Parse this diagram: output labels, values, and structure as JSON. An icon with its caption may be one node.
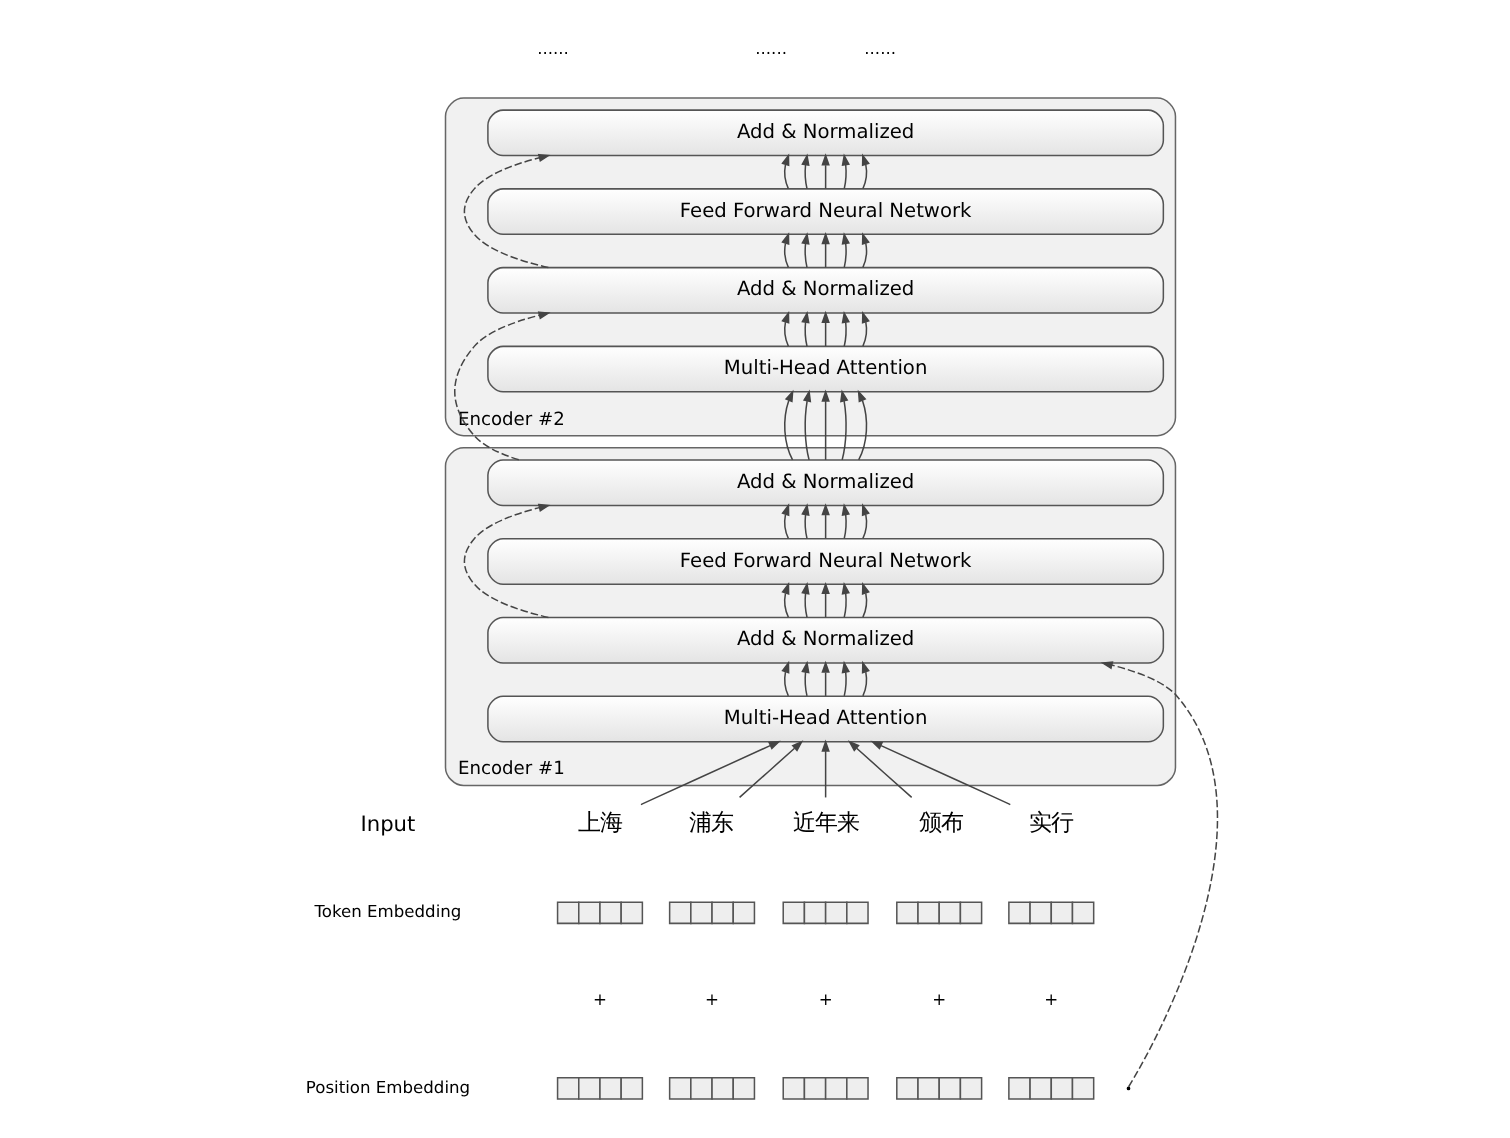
{
  "diagram": {
    "nodes": [
      {
        "text": [
          "Encoder #2"
        ]
      },
      {
        "text": [
          "Add & Normalized"
        ],
        "in": 0
      },
      {
        "text": [
          "Feed Forward Neural Network"
        ],
        "in": 0
      },
      {
        "text": [
          "Add & Normalized"
        ],
        "in": 0
      },
      {
        "text": [
          "Multi-Head Attention"
        ],
        "in": 0
      },
      {
        "text": [
          "Encoder #1"
        ]
      },
      {
        "text": [
          "Add & Normalized"
        ],
        "in": 5
      },
      {
        "text": [
          "Feed Forward Neural Network"
        ],
        "in": 5
      },
      {
        "text": [
          "Add & Normalized"
        ],
        "in": 5
      },
      {
        "text": [
          "Multi-Head Attention"
        ],
        "in": 5
      },
      {
        "text": [
          "上海"
        ]
      },
      {
        "text": [
          "浦东"
        ]
      },
      {
        "text": [
          "近年来"
        ]
      },
      {
        "text": [
          "颁布"
        ]
      },
      {
        "text": [
          "实行"
        ]
      },
      {
        "text": [],
        "shape": "box"
      },
      {
        "text": [],
        "shape": "box"
      },
      {
        "text": [],
        "shape": "box"
      },
      {
        "text": [],
        "shape": "box"
      },
      {
        "text": [],
        "shape": "box"
      },
      {
        "text": [],
        "shape": "box"
      },
      {
        "text": [],
        "shape": "box"
      },
      {
        "text": [],
        "shape": "box"
      },
      {
        "text": [],
        "shape": "box"
      },
      {
        "text": [],
        "shape": "box"
      }
    ],
    "edges": [
      {
        "from": 10,
        "to": 9,
        "arrow": "to"
      },
      {
        "from": 11,
        "to": 9,
        "arrow": "to"
      },
      {
        "from": 12,
        "to": 9,
        "arrow": "to"
      },
      {
        "from": 13,
        "to": 9,
        "arrow": "to"
      },
      {
        "from": 14,
        "to": 9,
        "arrow": "to"
      },
      {
        "from": 9,
        "to": 8,
        "arrow": "to"
      },
      {
        "from": 9,
        "to": 8,
        "arrow": "to"
      },
      {
        "from": 9,
        "to": 8,
        "arrow": "to"
      },
      {
        "from": 9,
        "to": 8,
        "arrow": "to"
      },
      {
        "from": 9,
        "to": 8,
        "arrow": "to"
      },
      {
        "from": 8,
        "to": 7,
        "arrow": "to"
      },
      {
        "from": 8,
        "to": 7,
        "arrow": "to"
      },
      {
        "from": 8,
        "to": 7,
        "arrow": "to"
      },
      {
        "from": 8,
        "to": 7,
        "arrow": "to"
      },
      {
        "from": 8,
        "to": 7,
        "arrow": "to"
      },
      {
        "from": 7,
        "to": 6,
        "arrow": "to"
      },
      {
        "from": 7,
        "to": 6,
        "arrow": "to"
      },
      {
        "from": 7,
        "to": 6,
        "arrow": "to"
      },
      {
        "from": 7,
        "to": 6,
        "arrow": "to"
      },
      {
        "from": 7,
        "to": 6,
        "arrow": "to"
      },
      {
        "from": 6,
        "to": 4,
        "arrow": "to"
      },
      {
        "from": 6,
        "to": 4,
        "arrow": "to"
      },
      {
        "from": 6,
        "to": 4,
        "arrow": "to"
      },
      {
        "from": 6,
        "to": 4,
        "arrow": "to"
      },
      {
        "from": 6,
        "to": 4,
        "arrow": "to"
      },
      {
        "from": 4,
        "to": 3,
        "arrow": "to"
      },
      {
        "from": 4,
        "to": 3,
        "arrow": "to"
      },
      {
        "from": 4,
        "to": 3,
        "arrow": "to"
      },
      {
        "from": 4,
        "to": 3,
        "arrow": "to"
      },
      {
        "from": 4,
        "to": 3,
        "arrow": "to"
      },
      {
        "from": 3,
        "to": 2,
        "arrow": "to"
      },
      {
        "from": 3,
        "to": 2,
        "arrow": "to"
      },
      {
        "from": 3,
        "to": 2,
        "arrow": "to"
      },
      {
        "from": 3,
        "to": 2,
        "arrow": "to"
      },
      {
        "from": 3,
        "to": 2,
        "arrow": "to"
      },
      {
        "from": 2,
        "to": 1,
        "arrow": "to"
      },
      {
        "from": 2,
        "to": 1,
        "arrow": "to"
      },
      {
        "from": 2,
        "to": 1,
        "arrow": "to"
      },
      {
        "from": 2,
        "to": 1,
        "arrow": "to"
      },
      {
        "from": 2,
        "to": 1,
        "arrow": "to"
      },
      {
        "from": null,
        "to": 8,
        "arrow": "to",
        "style": "dashed"
      },
      {
        "from": 8,
        "to": 6,
        "arrow": "to",
        "style": "dashed"
      },
      {
        "from": 6,
        "to": 3,
        "arrow": "to",
        "style": "dashed"
      },
      {
        "from": 3,
        "to": 1,
        "arrow": "to",
        "style": "dashed"
      }
    ],
    "labels": [
      "......",
      "......",
      "......",
      "Input",
      "Token Embedding",
      "+",
      "+",
      "+",
      "+",
      "+",
      "Position Embedding"
    ]
  }
}
